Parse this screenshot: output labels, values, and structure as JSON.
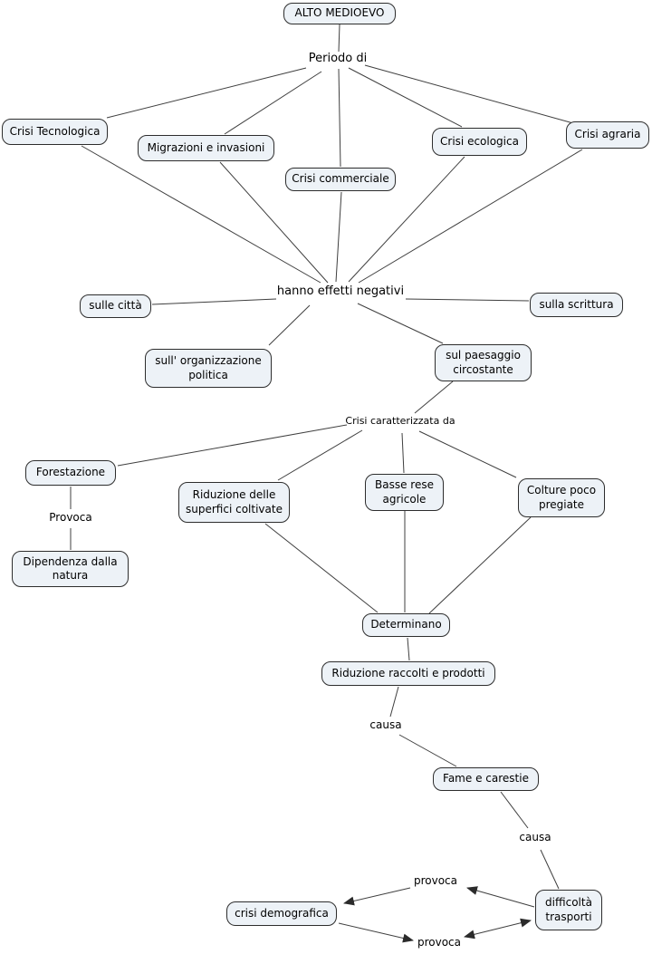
{
  "concept_map": {
    "title": "ALTO MEDIOEVO",
    "colors": {
      "background": "#ffffff",
      "node_fill": "#edf2f7",
      "node_border": "#2d2d2d",
      "line": "#3f3f3f"
    },
    "nodes": {
      "alto_medioevo": "ALTO MEDIOEVO",
      "crisi_tecnologica": "Crisi Tecnologica",
      "migrazioni_invasioni": "Migrazioni e invasioni",
      "crisi_commerciale": "Crisi commerciale",
      "crisi_ecologica": "Crisi ecologica",
      "crisi_agraria": "Crisi agraria",
      "sulle_citta": "sulle città",
      "sulla_scrittura": "sulla scrittura",
      "sull_organizzazione_politica": "sull' organizzazione\npolitica",
      "sul_paesaggio_circostante": "sul paesaggio\ncircostante",
      "forestazione": "Forestazione",
      "riduzione_superfici_coltivate": "Riduzione delle\nsuperfici coltivate",
      "basse_rese_agricole": "Basse rese\nagricole",
      "colture_poco_pregiate": "Colture poco\npregiate",
      "dipendenza_dalla_natura": "Dipendenza dalla\nnatura",
      "determinano": "Determinano",
      "riduzione_raccolti_prodotti": "Riduzione raccolti e prodotti",
      "fame_e_carestie": "Fame e carestie",
      "difficolta_trasporti": "difficoltà\ntrasporti",
      "crisi_demografica": "crisi demografica"
    },
    "link_labels": {
      "periodo_di": "Periodo di",
      "hanno_effetti_negativi": "hanno effetti negativi",
      "crisi_caratterizzata_da": "Crisi caratterizzata da",
      "provoca_forestazione": "Provoca",
      "causa_raccolti": "causa",
      "causa_carestie": "causa",
      "provoca_top": "provoca",
      "provoca_bottom": "provoca"
    }
  }
}
